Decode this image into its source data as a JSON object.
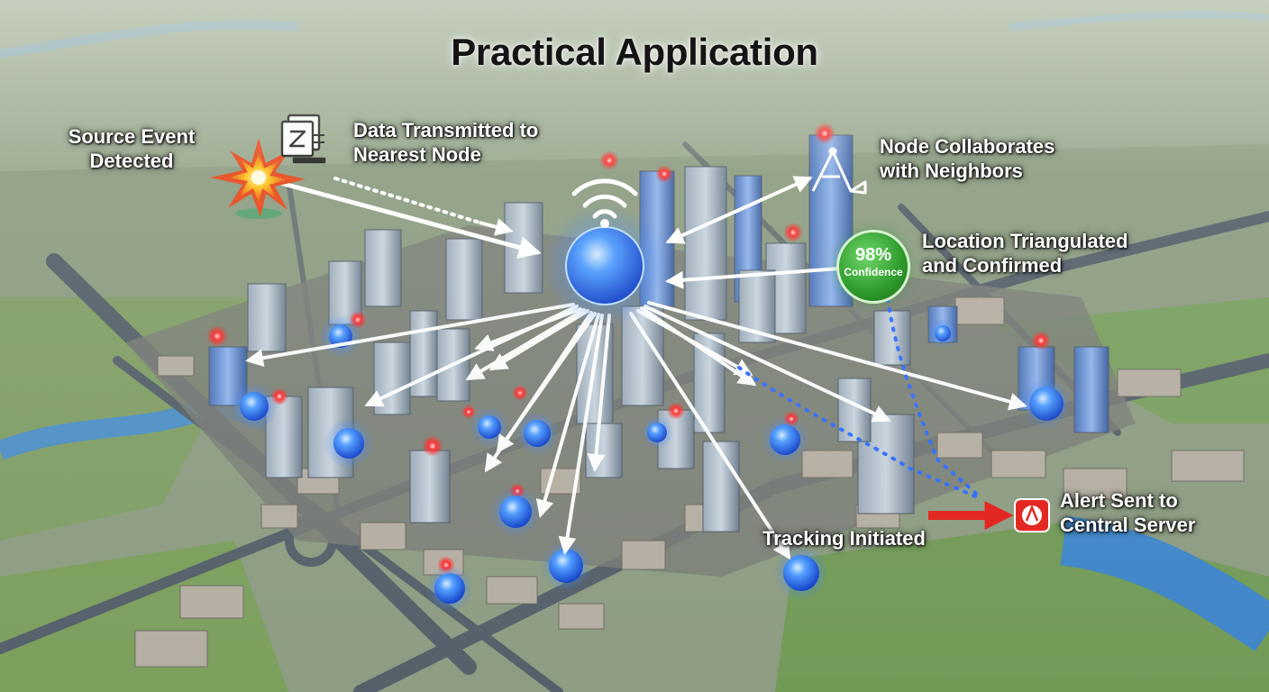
{
  "title": "Practical Application",
  "steps": {
    "source_event": "Source Event Detected",
    "data_transmitted": "Data Transmitted to Nearest Node",
    "collaborates": "Node Collaborates with Neighbors",
    "triangulated": "Location Triangulated and Confirmed",
    "tracking": "Tracking Initiated",
    "alert": "Alert Sent to Central Server"
  },
  "badge": {
    "percent": "98%",
    "caption": "Confidence"
  },
  "icons": {
    "source_event": "explosion-burst-icon",
    "data_transmitted": "document-data-icon",
    "collaborates": "network-node-icon",
    "central_node": "wifi-signal-icon",
    "alert": "alarm-icon"
  },
  "colors": {
    "node_blue": "#2f7bff",
    "arrow": "#ffffff",
    "confidence_green": "#2e9a2b",
    "alert_red": "#e3211c",
    "beacon_red": "#ff2a2a"
  }
}
